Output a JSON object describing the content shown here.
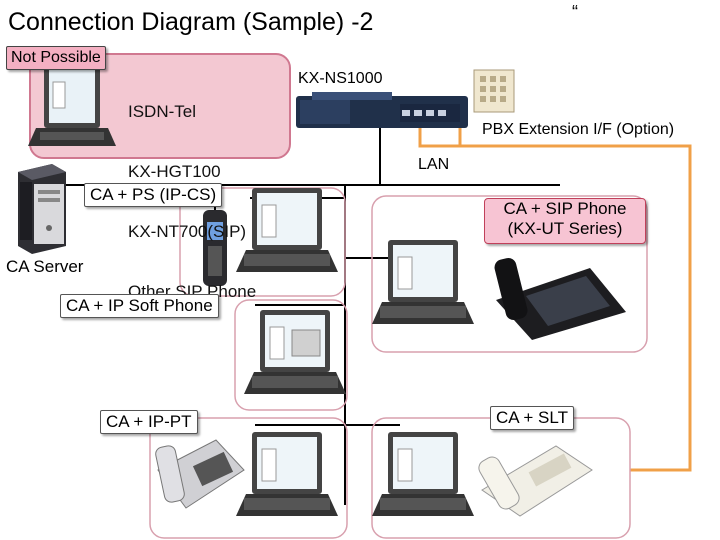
{
  "title": "Connection Diagram (Sample) -2",
  "quote_mark": "“",
  "not_possible": {
    "label": "Not Possible",
    "lines": [
      "ISDN-Tel",
      "KX-HGT100",
      "KX-NT700(SIP)",
      "Other SIP Phone"
    ]
  },
  "pbx": {
    "model": "KX-NS1000",
    "extension_label": "PBX Extension  I/F (Option)"
  },
  "network": {
    "lan_label": "LAN"
  },
  "server": {
    "label": "CA Server"
  },
  "clients": {
    "ps": "CA + PS (IP-CS)",
    "soft_phone": "CA + IP Soft Phone",
    "ip_pt": "CA + IP-PT",
    "sip_phone_line1": "CA + SIP Phone",
    "sip_phone_line2": "(KX-UT Series)",
    "slt": "CA + SLT"
  },
  "colors": {
    "pink_fill": "#f3c8d2",
    "extension_line": "#f0a048",
    "lan_line": "#000000"
  }
}
